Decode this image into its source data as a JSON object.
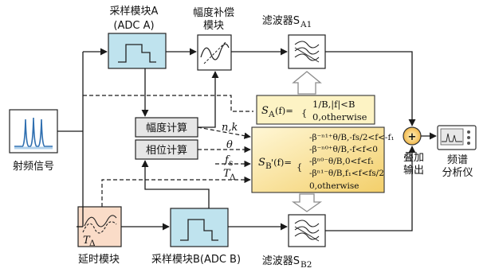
{
  "blocks": {
    "sampler_a": {
      "line1": "采样模块A",
      "line2": "(ADC A)"
    },
    "amp_comp": {
      "line1": "幅度补偿",
      "line2": "模块"
    },
    "filter_top": {
      "label": "滤波器S",
      "sub": "A1"
    },
    "amp_calc": {
      "label": "幅度计算"
    },
    "phase_calc": {
      "label": "相位计算"
    },
    "rf_signal": {
      "label": "射频信号"
    },
    "delay": {
      "label": "延时模块",
      "symbol": "T",
      "symbol_sub": "Δ"
    },
    "sampler_b": {
      "label": "采样模块B(ADC B)"
    },
    "filter_bottom": {
      "label": "滤波器S",
      "sub": "B2"
    },
    "sum": {
      "label1": "叠加",
      "label2": "输出",
      "symbol": "+"
    },
    "spectrum": {
      "line1": "频谱",
      "line2": "分析仪"
    }
  },
  "signals": {
    "nk": "n,k",
    "theta": "θ",
    "fs": "f",
    "fs_sub": "s",
    "tdelta": "T",
    "tdelta_sub": "Δ"
  },
  "formula_a": {
    "lhs": "S",
    "lhs_sub": "A",
    "lhs_arg": "(f)=",
    "case1": "1/B,|f|<B",
    "case2": "0,otherwise"
  },
  "formula_b": {
    "lhs": "S",
    "lhs_sub": "B",
    "lhs_arg": "'(f)=",
    "case1": "-β⁻ⁿ¹⁺θ/B,-fs/2<f<-f₁",
    "case2": "-β⁻ⁿ⁰⁺θ/B,-f<f<0",
    "case3": "-βⁿ⁰⁻θ/B,0<f<f₁",
    "case4": "-βⁿ¹⁻θ/B,f₁<f<fs/2",
    "case5": "0,otherwise"
  },
  "colors": {
    "sampler_fill": "#bfe3ee",
    "calc_fill": "#e6e6e6",
    "delay_fill": "#fadcc8",
    "formula_fill": "#fdf3c4",
    "formula_b_fill": "#f8d878",
    "arrow_gray": "#9a9a9a"
  }
}
